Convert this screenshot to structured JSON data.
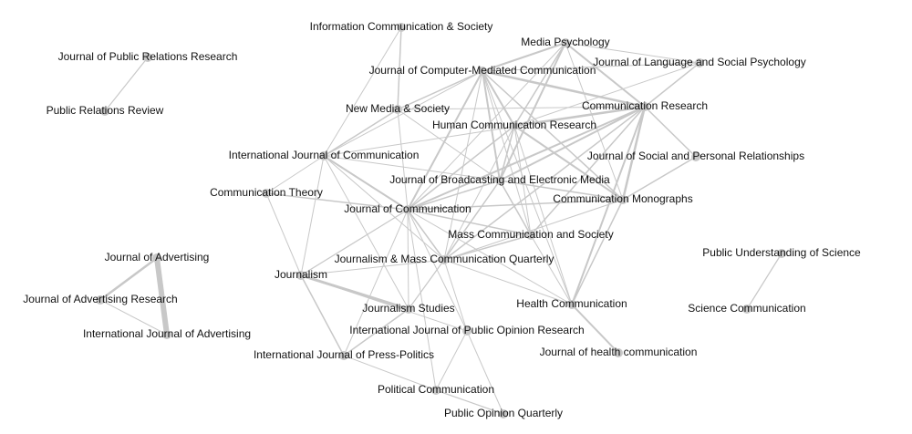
{
  "colors": {
    "background": "#ffffff",
    "edge": "#c8c8c8",
    "node": "#c8c8c8",
    "label": "#111111"
  },
  "nodes": [
    {
      "id": "ics",
      "label": "Information Communication & Society"
    },
    {
      "id": "mp",
      "label": "Media Psychology"
    },
    {
      "id": "jprr",
      "label": "Journal of Public Relations Research"
    },
    {
      "id": "jcmc",
      "label": "Journal of Computer-Mediated Communication"
    },
    {
      "id": "jlsp",
      "label": "Journal of Language and Social Psychology"
    },
    {
      "id": "prr",
      "label": "Public Relations Review"
    },
    {
      "id": "nms",
      "label": "New Media & Society"
    },
    {
      "id": "cr",
      "label": "Communication Research"
    },
    {
      "id": "hcr",
      "label": "Human Communication Research"
    },
    {
      "id": "ijoc",
      "label": "International Journal of Communication"
    },
    {
      "id": "jspr",
      "label": "Journal of Social and Personal Relationships"
    },
    {
      "id": "jobem",
      "label": "Journal of Broadcasting and Electronic Media"
    },
    {
      "id": "ct",
      "label": "Communication Theory"
    },
    {
      "id": "cm",
      "label": "Communication Monographs"
    },
    {
      "id": "joc",
      "label": "Journal of Communication"
    },
    {
      "id": "mcs",
      "label": "Mass Communication and Society"
    },
    {
      "id": "pus",
      "label": "Public Understanding of Science"
    },
    {
      "id": "ja",
      "label": "Journal of Advertising"
    },
    {
      "id": "jmcq",
      "label": "Journalism & Mass Communication Quarterly"
    },
    {
      "id": "journ",
      "label": "Journalism"
    },
    {
      "id": "jar",
      "label": "Journal of Advertising Research"
    },
    {
      "id": "js",
      "label": "Journalism Studies"
    },
    {
      "id": "hc",
      "label": "Health Communication"
    },
    {
      "id": "sc",
      "label": "Science Communication"
    },
    {
      "id": "ijpor",
      "label": "International Journal of Public Opinion Research"
    },
    {
      "id": "ija",
      "label": "International Journal of Advertising"
    },
    {
      "id": "jhc",
      "label": "Journal of health communication"
    },
    {
      "id": "ijpp",
      "label": "International Journal of Press-Politics"
    },
    {
      "id": "pc",
      "label": "Political Communication"
    },
    {
      "id": "poq",
      "label": "Public Opinion Quarterly"
    }
  ],
  "edges": [
    {
      "source": "jprr",
      "target": "prr",
      "weight": 1.2
    },
    {
      "source": "ja",
      "target": "ija",
      "weight": 6
    },
    {
      "source": "ja",
      "target": "jar",
      "weight": 2.5
    },
    {
      "source": "jar",
      "target": "ija",
      "weight": 1
    },
    {
      "source": "pus",
      "target": "sc",
      "weight": 1.2
    },
    {
      "source": "journ",
      "target": "js",
      "weight": 3
    },
    {
      "source": "journ",
      "target": "joc",
      "weight": 1.2
    },
    {
      "source": "journ",
      "target": "ijpp",
      "weight": 1.5
    },
    {
      "source": "journ",
      "target": "jmcq",
      "weight": 1
    },
    {
      "source": "journ",
      "target": "ijoc",
      "weight": 1
    },
    {
      "source": "journ",
      "target": "ct",
      "weight": 1
    },
    {
      "source": "journ",
      "target": "ijpor",
      "weight": 1
    },
    {
      "source": "js",
      "target": "ijpp",
      "weight": 1.5
    },
    {
      "source": "js",
      "target": "jmcq",
      "weight": 1.2
    },
    {
      "source": "js",
      "target": "joc",
      "weight": 1
    },
    {
      "source": "js",
      "target": "ijoc",
      "weight": 1
    },
    {
      "source": "ijpp",
      "target": "pc",
      "weight": 1
    },
    {
      "source": "ijpp",
      "target": "joc",
      "weight": 1
    },
    {
      "source": "pc",
      "target": "poq",
      "weight": 1.2
    },
    {
      "source": "pc",
      "target": "ijpor",
      "weight": 1
    },
    {
      "source": "pc",
      "target": "joc",
      "weight": 1
    },
    {
      "source": "poq",
      "target": "ijpor",
      "weight": 1
    },
    {
      "source": "ijpor",
      "target": "joc",
      "weight": 1
    },
    {
      "source": "ijpor",
      "target": "jmcq",
      "weight": 1
    },
    {
      "source": "joc",
      "target": "ijoc",
      "weight": 2
    },
    {
      "source": "joc",
      "target": "ct",
      "weight": 1.5
    },
    {
      "source": "joc",
      "target": "jcmc",
      "weight": 2
    },
    {
      "source": "joc",
      "target": "hcr",
      "weight": 1.5
    },
    {
      "source": "joc",
      "target": "cr",
      "weight": 2
    },
    {
      "source": "joc",
      "target": "jobem",
      "weight": 1.5
    },
    {
      "source": "joc",
      "target": "mcs",
      "weight": 1.5
    },
    {
      "source": "joc",
      "target": "jmcq",
      "weight": 1.5
    },
    {
      "source": "joc",
      "target": "cm",
      "weight": 1.5
    },
    {
      "source": "joc",
      "target": "nms",
      "weight": 1
    },
    {
      "source": "joc",
      "target": "hc",
      "weight": 1
    },
    {
      "source": "joc",
      "target": "mp",
      "weight": 1
    },
    {
      "source": "jmcq",
      "target": "mcs",
      "weight": 1.5
    },
    {
      "source": "jmcq",
      "target": "jobem",
      "weight": 1.5
    },
    {
      "source": "jmcq",
      "target": "cr",
      "weight": 1.5
    },
    {
      "source": "jmcq",
      "target": "hc",
      "weight": 1
    },
    {
      "source": "jmcq",
      "target": "jcmc",
      "weight": 1
    },
    {
      "source": "jmcq",
      "target": "ijoc",
      "weight": 1
    },
    {
      "source": "jmcq",
      "target": "hcr",
      "weight": 1
    },
    {
      "source": "jmcq",
      "target": "cm",
      "weight": 1
    },
    {
      "source": "mcs",
      "target": "jobem",
      "weight": 1.5
    },
    {
      "source": "mcs",
      "target": "cr",
      "weight": 1.5
    },
    {
      "source": "mcs",
      "target": "jcmc",
      "weight": 1
    },
    {
      "source": "mcs",
      "target": "hcr",
      "weight": 1
    },
    {
      "source": "jobem",
      "target": "jcmc",
      "weight": 2
    },
    {
      "source": "jobem",
      "target": "cr",
      "weight": 2
    },
    {
      "source": "jobem",
      "target": "mp",
      "weight": 2
    },
    {
      "source": "jobem",
      "target": "hcr",
      "weight": 1.5
    },
    {
      "source": "jobem",
      "target": "cm",
      "weight": 1.5
    },
    {
      "source": "jobem",
      "target": "ijoc",
      "weight": 1
    },
    {
      "source": "jobem",
      "target": "nms",
      "weight": 1
    },
    {
      "source": "cm",
      "target": "cr",
      "weight": 2.5
    },
    {
      "source": "cm",
      "target": "hcr",
      "weight": 2
    },
    {
      "source": "cm",
      "target": "jspr",
      "weight": 1.5
    },
    {
      "source": "cm",
      "target": "hc",
      "weight": 1.5
    },
    {
      "source": "cm",
      "target": "jcmc",
      "weight": 1.5
    },
    {
      "source": "cm",
      "target": "mp",
      "weight": 1
    },
    {
      "source": "cr",
      "target": "hcr",
      "weight": 2.5
    },
    {
      "source": "cr",
      "target": "jcmc",
      "weight": 2.5
    },
    {
      "source": "cr",
      "target": "mp",
      "weight": 2
    },
    {
      "source": "cr",
      "target": "jlsp",
      "weight": 1.5
    },
    {
      "source": "cr",
      "target": "jspr",
      "weight": 1.5
    },
    {
      "source": "cr",
      "target": "hc",
      "weight": 2
    },
    {
      "source": "cr",
      "target": "nms",
      "weight": 1
    },
    {
      "source": "cr",
      "target": "ijoc",
      "weight": 1
    },
    {
      "source": "hcr",
      "target": "jcmc",
      "weight": 2
    },
    {
      "source": "hcr",
      "target": "mp",
      "weight": 1.5
    },
    {
      "source": "hcr",
      "target": "jlsp",
      "weight": 1
    },
    {
      "source": "hcr",
      "target": "hc",
      "weight": 1
    },
    {
      "source": "jcmc",
      "target": "mp",
      "weight": 2
    },
    {
      "source": "jcmc",
      "target": "nms",
      "weight": 1.5
    },
    {
      "source": "jcmc",
      "target": "jlsp",
      "weight": 1
    },
    {
      "source": "jcmc",
      "target": "ijoc",
      "weight": 1
    },
    {
      "source": "jcmc",
      "target": "hc",
      "weight": 1
    },
    {
      "source": "mp",
      "target": "jlsp",
      "weight": 1
    },
    {
      "source": "nms",
      "target": "ics",
      "weight": 1.5
    },
    {
      "source": "nms",
      "target": "ijoc",
      "weight": 1.5
    },
    {
      "source": "ics",
      "target": "ijoc",
      "weight": 1
    },
    {
      "source": "ijoc",
      "target": "ct",
      "weight": 1
    },
    {
      "source": "hc",
      "target": "jhc",
      "weight": 2
    },
    {
      "source": "hc",
      "target": "mcs",
      "weight": 1
    }
  ]
}
